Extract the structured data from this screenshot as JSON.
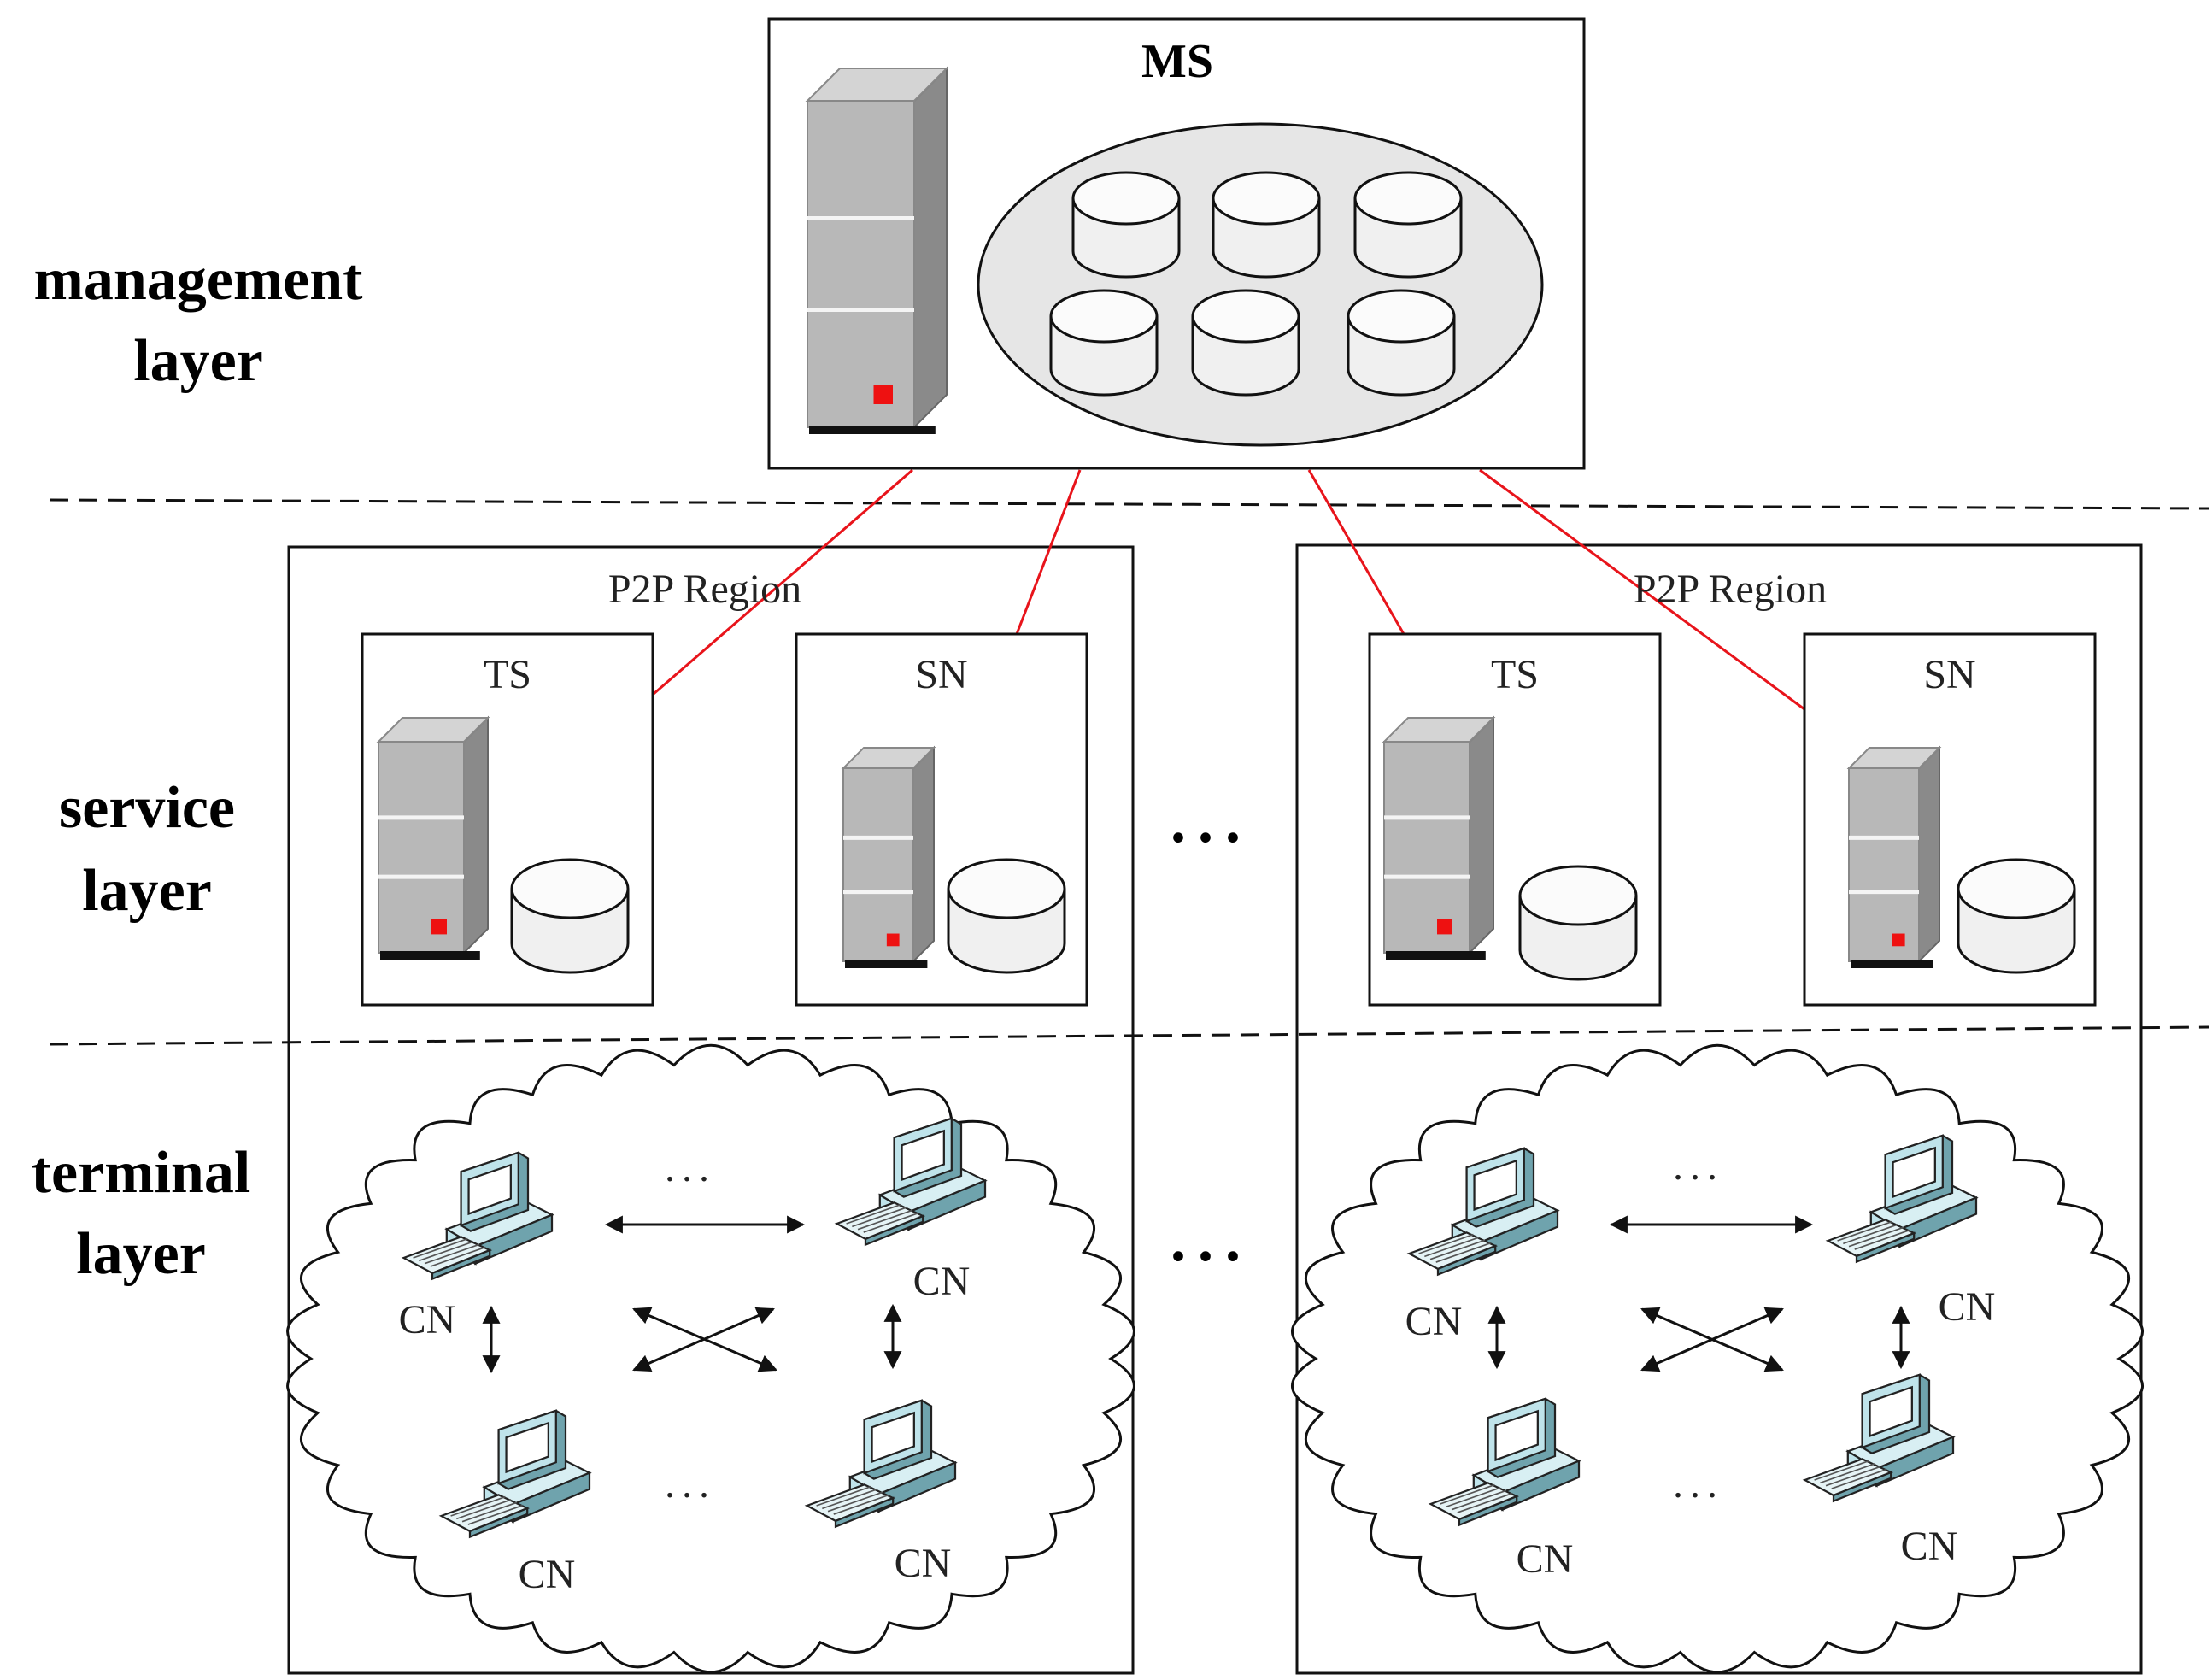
{
  "layers": {
    "management": [
      "management",
      "layer"
    ],
    "service": [
      "service",
      "layer"
    ],
    "terminal": [
      "terminal",
      "layer"
    ]
  },
  "ms": {
    "label": "MS"
  },
  "regions": [
    {
      "title": "P2P  Region",
      "ts": {
        "label": "TS"
      },
      "sn": {
        "label": "SN"
      },
      "cn_labels": [
        "CN",
        "CN",
        "CN",
        "CN"
      ],
      "ellipsis": "..."
    },
    {
      "title": "P2P  Region",
      "ts": {
        "label": "TS"
      },
      "sn": {
        "label": "SN"
      },
      "cn_labels": [
        "CN",
        "CN",
        "CN",
        "CN"
      ],
      "ellipsis": "..."
    }
  ],
  "between_regions": "...",
  "colors": {
    "link": "#e8141b",
    "server_face": "#b8b8b8",
    "server_side": "#8a8a8a",
    "server_led": "#ee1111",
    "ms_pool": "#e6e6e6",
    "computer": "#bfe3ea"
  }
}
